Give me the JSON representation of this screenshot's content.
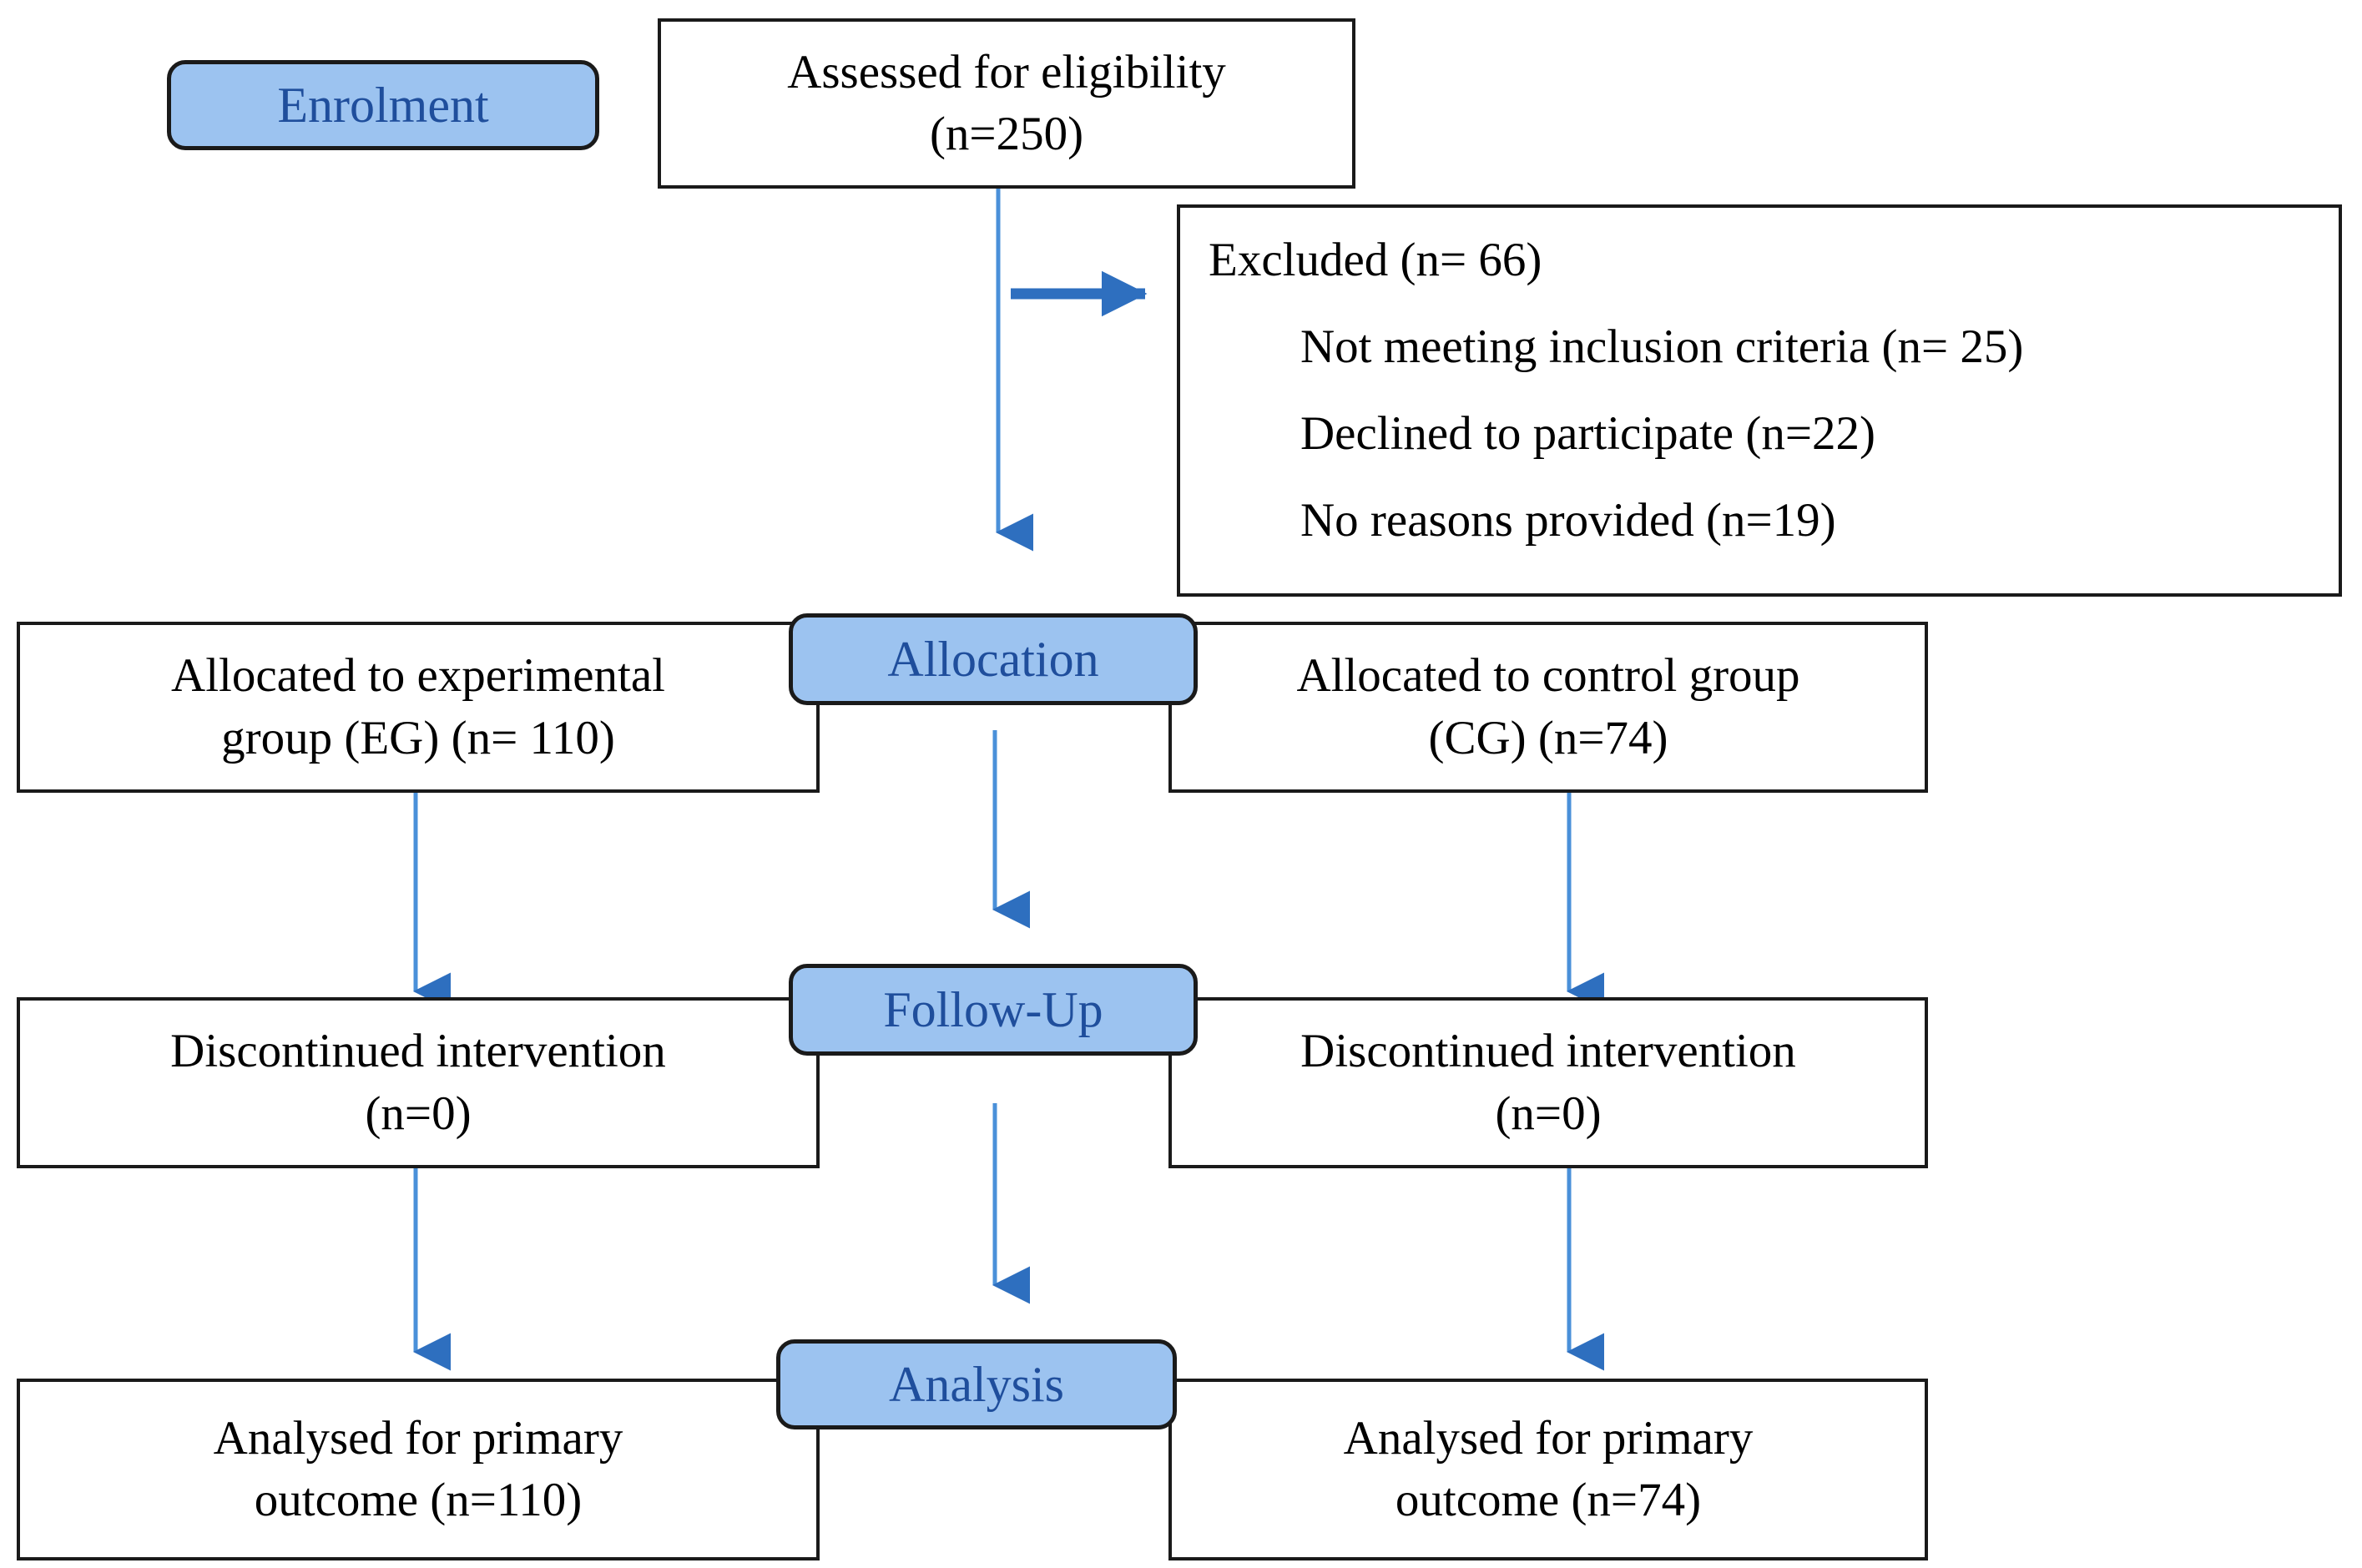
{
  "diagram": {
    "title": "CONSORT participant flow diagram",
    "colors": {
      "badge_fill": "#9CC3F0",
      "badge_text": "#1F4E9C",
      "badge_border": "#1a1a1a",
      "box_border": "#1a1a1a",
      "box_fill": "#ffffff",
      "box_text": "#000000",
      "connector_line": "#4A90D9",
      "connector_arrow": "#2E6FBF",
      "page_background": "#ffffff"
    }
  },
  "stages": [
    {
      "id": "enrolment",
      "label": "Enrolment"
    },
    {
      "id": "allocation",
      "label": "Allocation"
    },
    {
      "id": "follow_up",
      "label": "Follow-Up"
    },
    {
      "id": "analysis",
      "label": "Analysis"
    }
  ],
  "boxes": {
    "assessed": {
      "lines": [
        "Assessed for eligibility",
        "(n=250)"
      ]
    },
    "excluded": {
      "heading": "Excluded (n= 66)",
      "reasons": [
        "Not meeting inclusion criteria (n= 25)",
        "Declined to participate (n=22)",
        "No reasons provided (n=19)"
      ]
    },
    "allocated_experimental": {
      "lines": [
        "Allocated to experimental",
        "group (EG) (n= 110)"
      ]
    },
    "allocated_control": {
      "lines": [
        "Allocated to control group",
        "(CG) (n=74)"
      ]
    },
    "discontinued_experimental": {
      "lines": [
        "Discontinued intervention",
        "(n=0)"
      ]
    },
    "discontinued_control": {
      "lines": [
        "Discontinued intervention",
        "(n=0)"
      ]
    },
    "analysed_experimental": {
      "lines": [
        "Analysed for primary",
        "outcome (n=110)"
      ]
    },
    "analysed_control": {
      "lines": [
        "Analysed for primary",
        "outcome (n=74)"
      ]
    }
  },
  "counts": {
    "assessed": 250,
    "excluded_total": 66,
    "excluded_not_meeting_criteria": 25,
    "excluded_declined": 22,
    "excluded_no_reason": 19,
    "allocated_eg": 110,
    "allocated_cg": 74,
    "discontinued_eg": 0,
    "discontinued_cg": 0,
    "analysed_eg": 110,
    "analysed_cg": 74
  }
}
